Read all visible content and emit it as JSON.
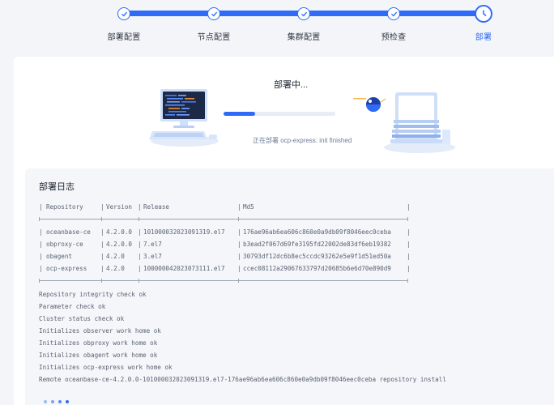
{
  "stepper": {
    "steps": [
      {
        "label": "部署配置",
        "status": "done"
      },
      {
        "label": "节点配置",
        "status": "done"
      },
      {
        "label": "集群配置",
        "status": "done"
      },
      {
        "label": "预检查",
        "status": "done"
      },
      {
        "label": "部署",
        "status": "current"
      }
    ]
  },
  "deploy": {
    "title": "部署中...",
    "progress": 0.28,
    "status_text": "正在部署 ocp-express: init finished"
  },
  "log": {
    "title": "部署日志",
    "table": {
      "headers": [
        "Repository",
        "Version",
        "Release",
        "Md5"
      ],
      "rows": [
        [
          "oceanbase-ce",
          "4.2.0.0",
          "101000032023091319.el7",
          "176ae96ab6ea606c860e0a9db09f8046eec0ceba"
        ],
        [
          "obproxy-ce",
          "4.2.0.0",
          "7.el7",
          "b3ead2f067d69fe3195fd22002de83df6eb19382"
        ],
        [
          "obagent",
          "4.2.0",
          "3.el7",
          "30793df12dc6b8ec5ccdc93262e5e9f1d51ed50a"
        ],
        [
          "ocp-express",
          "4.2.0",
          "100000042023073111.el7",
          "ccec08112a29067633797d20685b6e6d70e890d9"
        ]
      ]
    },
    "lines": [
      "Repository integrity check ok",
      "Parameter check ok",
      "Cluster status check ok",
      "Initializes observer work home ok",
      "Initializes obproxy work home ok",
      "Initializes obagent work home ok",
      "Initializes ocp-express work home ok",
      "Remote oceanbase-ce-4.2.0.0-101000032023091319.el7-176ae96ab6ea606c860e0a9db09f8046eec0ceba repository install"
    ]
  },
  "colors": {
    "accent": "#2f6bf6",
    "text": "#1f2630",
    "muted": "#6f7d94"
  }
}
